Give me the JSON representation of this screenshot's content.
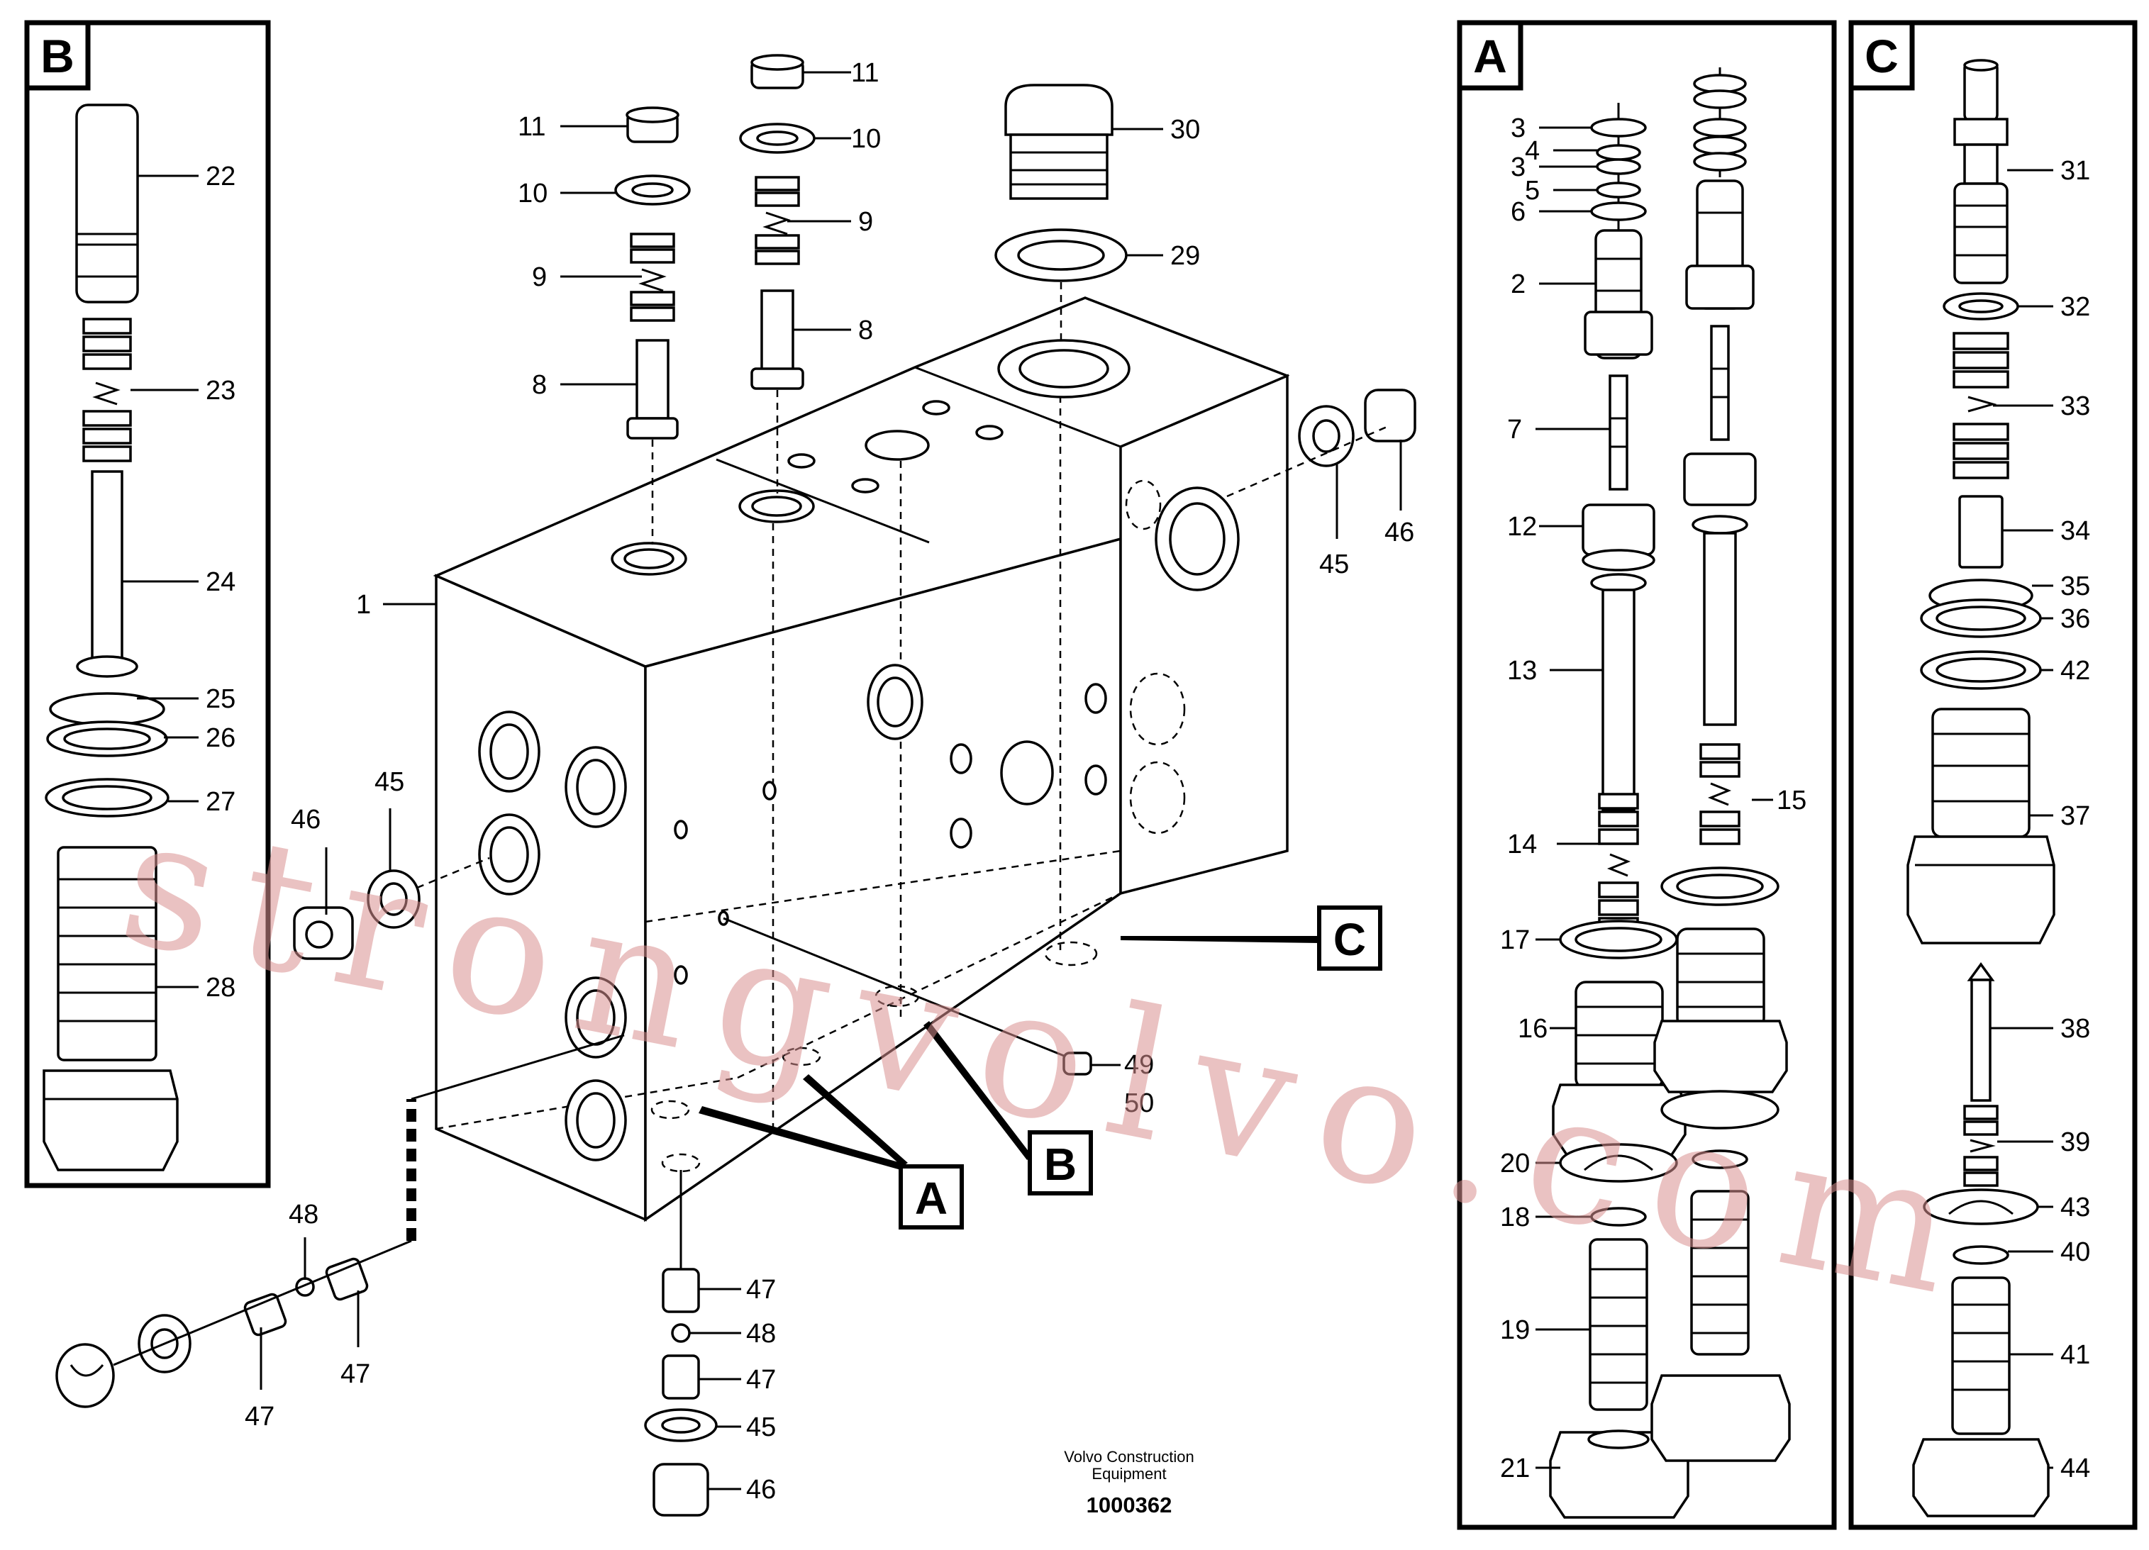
{
  "panels": [
    {
      "id": "B",
      "letter": "B"
    },
    {
      "id": "A",
      "letter": "A"
    },
    {
      "id": "C",
      "letter": "C"
    }
  ],
  "callouts": {
    "a": "A",
    "b": "B",
    "c": "C"
  },
  "labels": {
    "main": [
      "1",
      "8",
      "9",
      "10",
      "11",
      "8",
      "9",
      "10",
      "11",
      "30",
      "29",
      "45",
      "46",
      "45",
      "46",
      "47",
      "48",
      "47",
      "49",
      "50",
      "47",
      "48",
      "47",
      "45",
      "46"
    ],
    "panel_b": [
      "22",
      "23",
      "24",
      "25",
      "26",
      "27",
      "28"
    ],
    "panel_a": [
      "3",
      "4",
      "3",
      "5",
      "6",
      "2",
      "7",
      "12",
      "13",
      "14",
      "15",
      "17",
      "16",
      "20",
      "18",
      "19",
      "21"
    ],
    "panel_c": [
      "31",
      "32",
      "33",
      "34",
      "35",
      "36",
      "42",
      "37",
      "38",
      "39",
      "43",
      "40",
      "41",
      "44"
    ]
  },
  "footer": {
    "caption_line1": "Volvo Construction",
    "caption_line2": "Equipment",
    "drawing_number": "1000362"
  },
  "watermark": "strongvolvo.com"
}
